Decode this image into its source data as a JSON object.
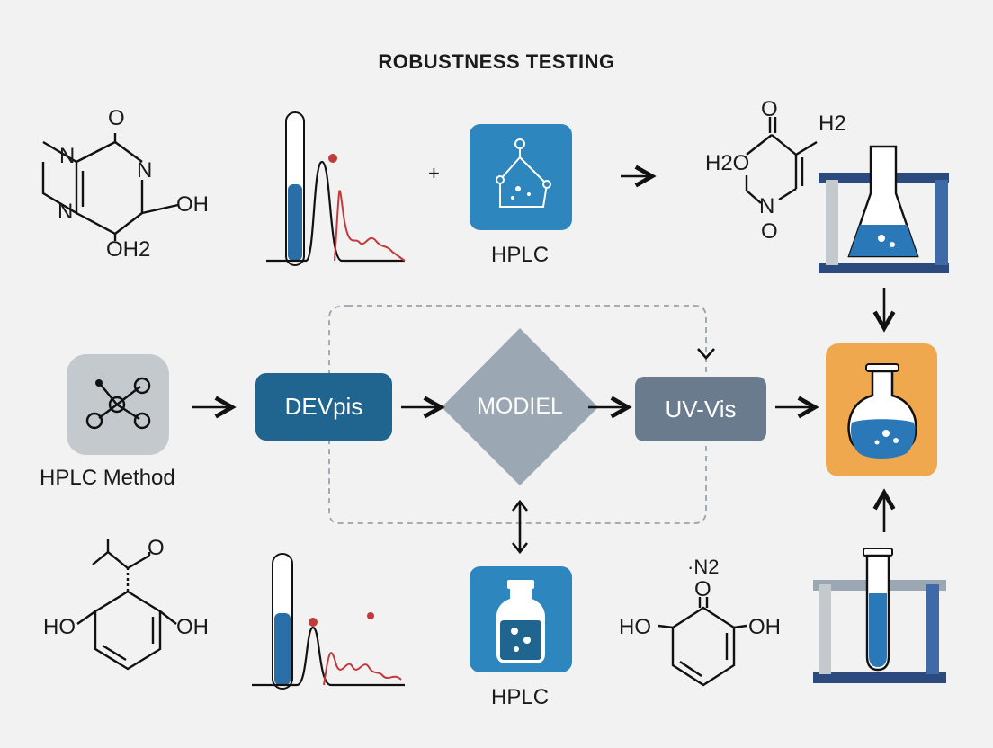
{
  "title": "ROBUSTNESS TESTING",
  "top_row": {
    "plus": "+",
    "hplc_label": "HPLC",
    "molecule_left": {
      "o_top": "O",
      "n_upper": "N",
      "n_right": "N",
      "oh": "OH",
      "n_lower": "N",
      "oh2": "OH2"
    },
    "molecule_right": {
      "o_top": "O",
      "h2": "H2",
      "h2o": "H2O",
      "n": "N",
      "o_bottom": "O"
    }
  },
  "middle_row": {
    "hplc_method_label": "HPLC Method",
    "steps": [
      "DEVpis",
      "MODIEL",
      "UV-Vis"
    ]
  },
  "bottom_row": {
    "hplc_label": "HPLC",
    "molecule_left": {
      "o": "O",
      "ho": "HO",
      "oh": "OH"
    },
    "molecule_right": {
      "n2": "N2",
      "o": "O",
      "ho": "HO",
      "oh": "OH"
    }
  },
  "colors": {
    "dark_blue": "#1f6590",
    "gray_diamond": "#9ba7b2",
    "slate": "#6b7b8e",
    "orange": "#f0a84e",
    "hplc_blue": "#2e86be",
    "method_gray": "#c4c9ce",
    "red_trace": "#c43a3a",
    "navy": "#2c4a7e"
  },
  "icons": [
    "flask-icon",
    "test-tube-icon",
    "network-icon",
    "bottle-icon",
    "chromatogram-icon"
  ]
}
